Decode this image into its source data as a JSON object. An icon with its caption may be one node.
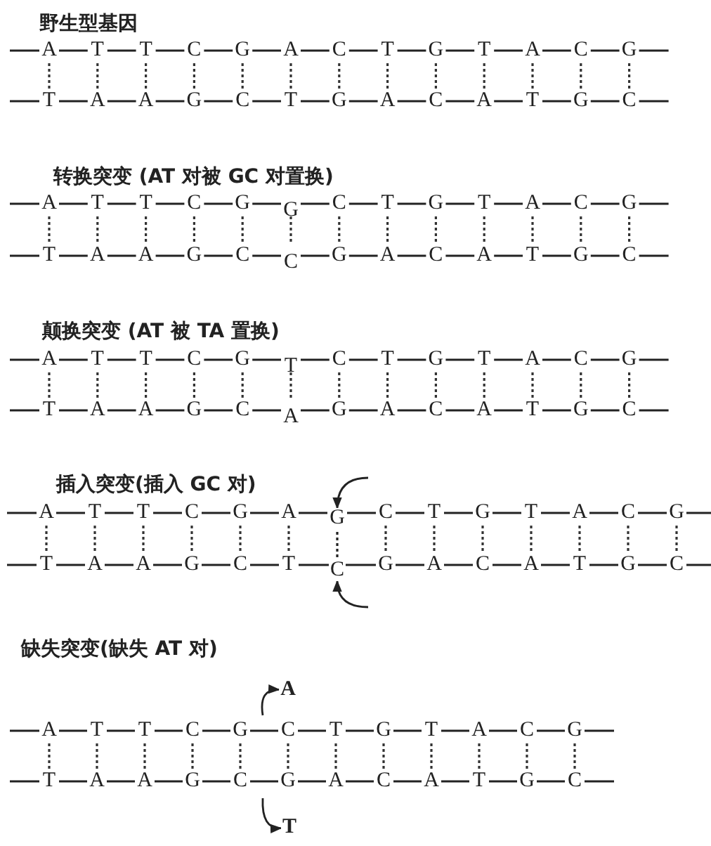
{
  "diagram": {
    "nodes": [
      {
        "text": [
          "G"
        ]
      },
      {
        "text": [
          "C"
        ]
      },
      {
        "text": [
          "A"
        ]
      },
      {
        "text": [
          "T"
        ]
      }
    ],
    "edges": [
      {
        "from": null,
        "to": 0,
        "arrow": "to"
      },
      {
        "from": null,
        "to": 1,
        "arrow": "to"
      },
      {
        "from": null,
        "to": 2,
        "arrow": "to"
      },
      {
        "from": null,
        "to": 3,
        "arrow": "to"
      },
      {
        "from": 0,
        "to": 1,
        "arrow": "none",
        "style": "dashed"
      }
    ],
    "labels": [
      "野生型基因",
      "A",
      "T",
      "T",
      "C",
      "G",
      "A",
      "C",
      "T",
      "G",
      "T",
      "A",
      "C",
      "G",
      "T",
      "A",
      "A",
      "G",
      "C",
      "T",
      "G",
      "A",
      "C",
      "A",
      "T",
      "G",
      "C",
      "转换突变 (AT 对被 GC 对置换)",
      "A",
      "T",
      "T",
      "C",
      "G",
      "G",
      "C",
      "T",
      "G",
      "T",
      "A",
      "C",
      "G",
      "T",
      "A",
      "A",
      "G",
      "C",
      "C",
      "G",
      "A",
      "C",
      "A",
      "T",
      "G",
      "C",
      "颠换突变 (AT 被 TA 置换)",
      "A",
      "T",
      "T",
      "C",
      "G",
      "T",
      "C",
      "T",
      "G",
      "T",
      "A",
      "C",
      "G",
      "T",
      "A",
      "A",
      "G",
      "C",
      "A",
      "G",
      "A",
      "C",
      "A",
      "T",
      "G",
      "C",
      "插入突变(插入 GC 对)",
      "A",
      "T",
      "T",
      "C",
      "G",
      "A",
      "C",
      "T",
      "G",
      "T",
      "A",
      "C",
      "G",
      "T",
      "A",
      "A",
      "G",
      "C",
      "T",
      "G",
      "A",
      "C",
      "A",
      "T",
      "G",
      "C",
      "缺失突变(缺失 AT 对)",
      "A",
      "T",
      "T",
      "C",
      "G",
      "C",
      "T",
      "G",
      "T",
      "A",
      "C",
      "G",
      "T",
      "A",
      "A",
      "G",
      "C",
      "G",
      "A",
      "C",
      "A",
      "T",
      "G",
      "C"
    ]
  }
}
